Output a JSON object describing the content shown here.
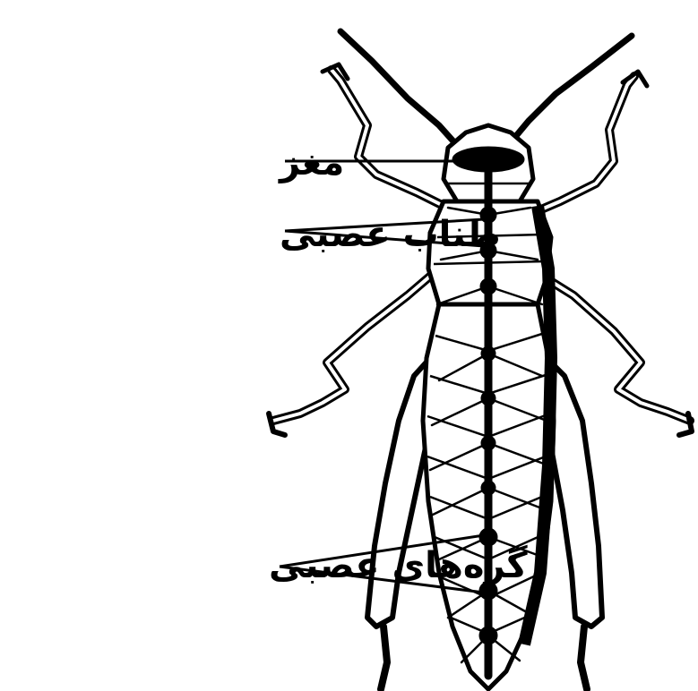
{
  "labels": {
    "brain": "مغز",
    "nerve_cord": "طناب عصبی",
    "ganglia": "گره‌های عصبی"
  },
  "colors": {
    "ink": "#000000",
    "background": "#ffffff"
  }
}
